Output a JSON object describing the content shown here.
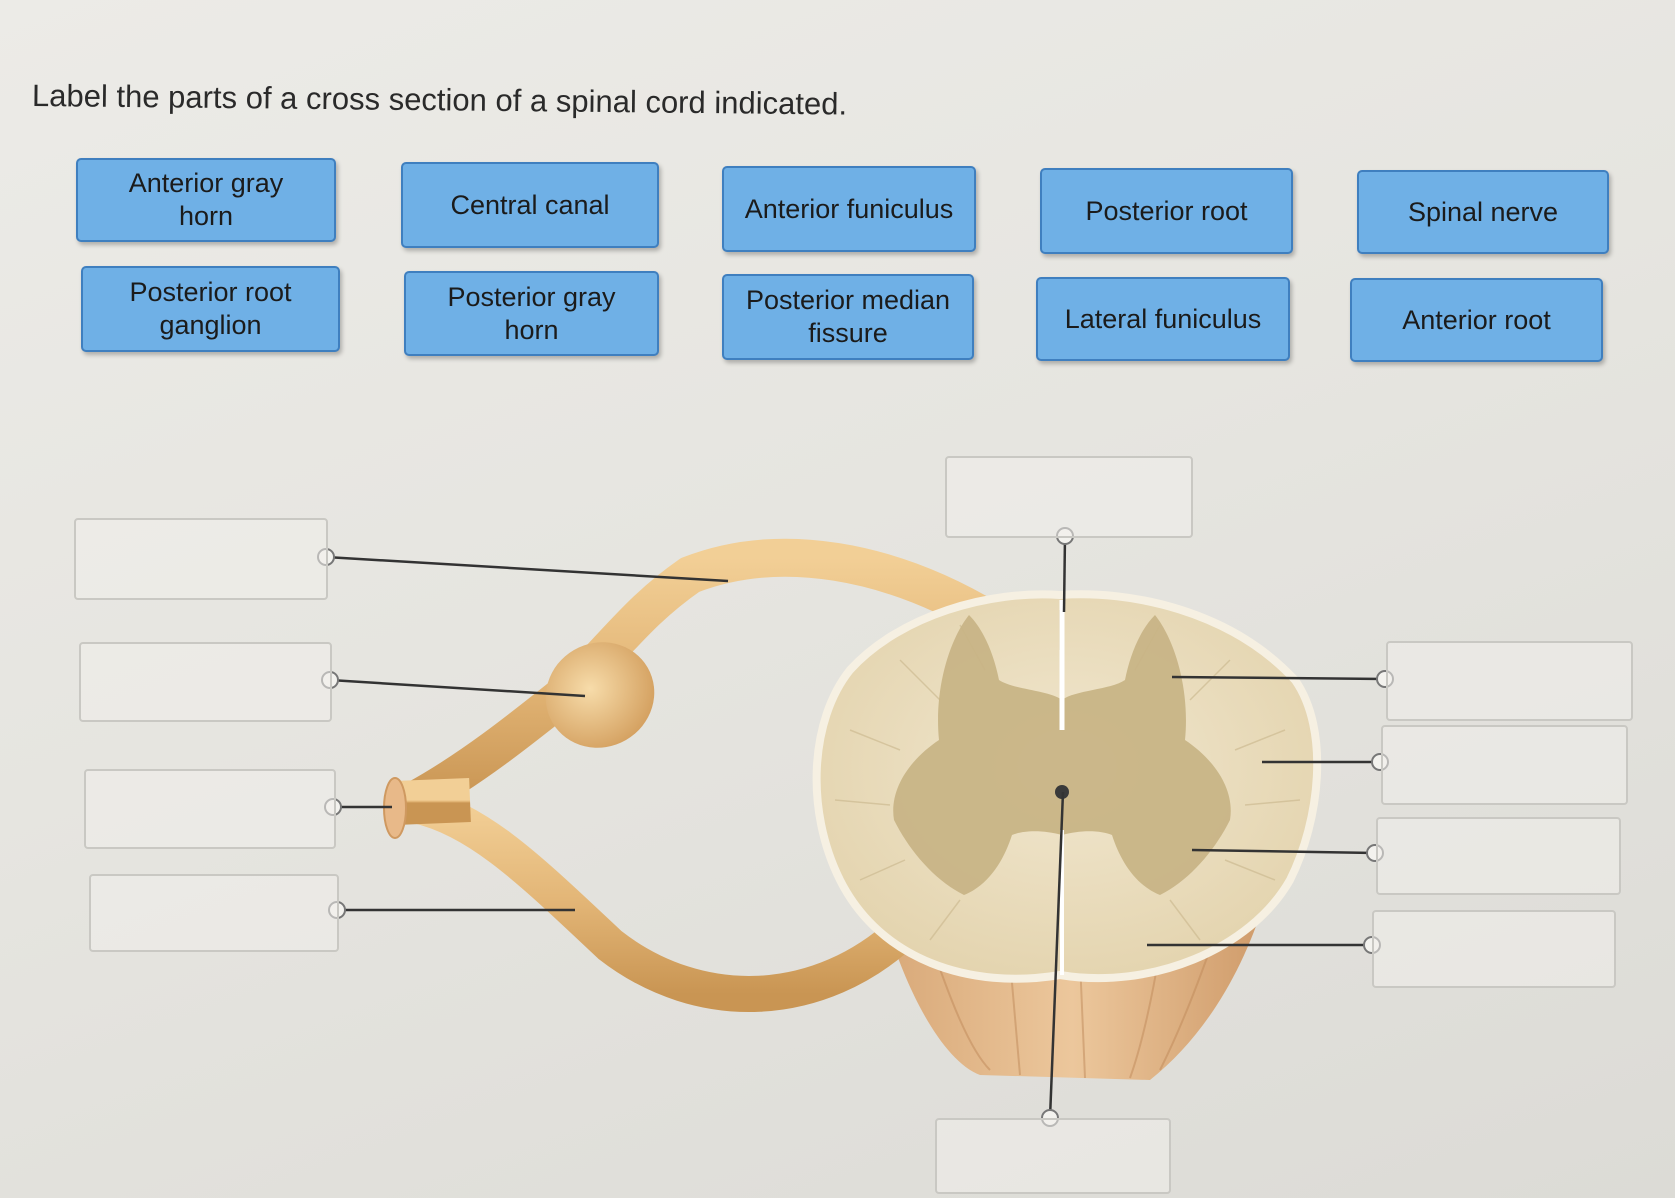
{
  "instruction": "Label the parts of a cross section of a spinal cord indicated.",
  "label_bank": [
    "Anterior gray\nhorn",
    "Central canal",
    "Anterior funiculus",
    "Posterior root",
    "Spinal nerve",
    "Posterior root\nganglion",
    "Posterior gray\nhorn",
    "Posterior median\nfissure",
    "Lateral funiculus",
    "Anterior root"
  ],
  "drop_zones": [
    "",
    "",
    "",
    "",
    "",
    "",
    "",
    "",
    "",
    ""
  ],
  "colors": {
    "tile_fill": "#6fb0e6",
    "tile_border": "#3f7fbf",
    "nerve": "#e2b878",
    "white_matter": "#e9dcbd",
    "gray_matter": "#c8b486",
    "leader_line": "#333333"
  }
}
